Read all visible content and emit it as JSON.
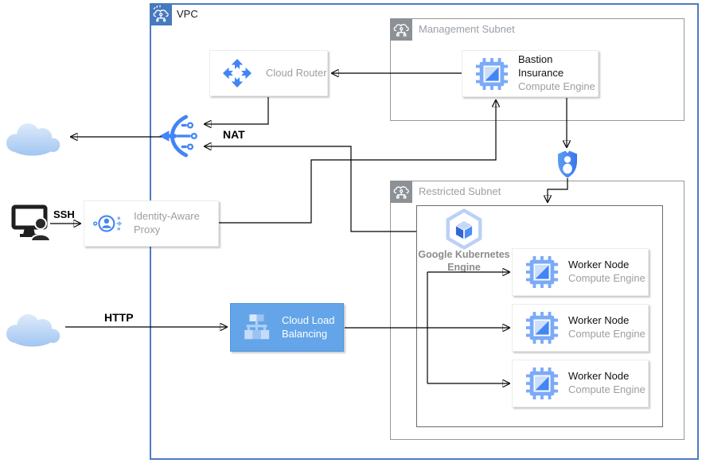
{
  "vpc": {
    "label": "VPC"
  },
  "subnets": {
    "management": {
      "label": "Management Subnet"
    },
    "restricted": {
      "label": "Restricted Subnet"
    }
  },
  "nodes": {
    "cloud_router": {
      "label": "Cloud Router"
    },
    "bastion": {
      "title": "Bastion Insurance",
      "subtitle": "Compute Engine"
    },
    "iap": {
      "label": "Identity-Aware Proxy"
    },
    "clb": {
      "label": "Cloud Load Balancing"
    },
    "gke": {
      "label": "Google Kubernetes Engine"
    },
    "workers": [
      {
        "title": "Worker Node",
        "subtitle": "Compute Engine"
      },
      {
        "title": "Worker Node",
        "subtitle": "Compute Engine"
      },
      {
        "title": "Worker Node",
        "subtitle": "Compute Engine"
      }
    ]
  },
  "edge_labels": {
    "nat": "NAT",
    "ssh": "SSH",
    "http": "HTTP"
  },
  "icons": [
    "vpc-icon",
    "subnet-icon",
    "cloud-router-icon",
    "compute-engine-icon",
    "nat-gateway-icon",
    "iap-icon",
    "load-balancer-icon",
    "gke-icon",
    "shield-user-icon",
    "internet-cloud-icon",
    "admin-terminal-icon"
  ],
  "colors": {
    "vpc_border": "#4C7BC4",
    "subnet_border": "#979797",
    "google_blue": "#4285F4",
    "chip_light_blue": "#7BAAF7",
    "lb_fill": "#64A5E9",
    "text_gray": "#9E9E9E",
    "arrow": "#000000"
  }
}
